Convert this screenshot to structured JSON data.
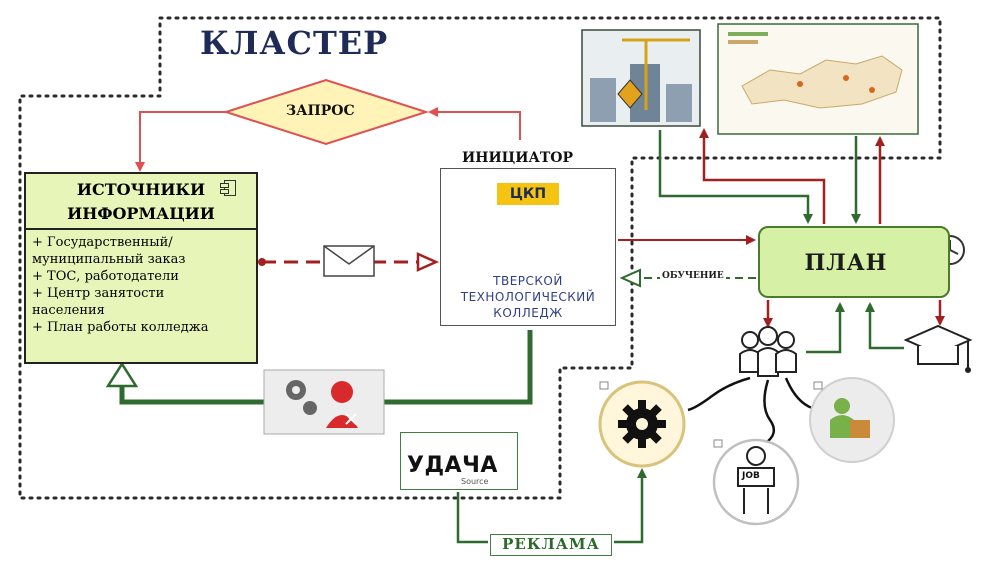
{
  "cluster": {
    "title": "КЛАСТЕР"
  },
  "request": {
    "label": "ЗАПРОС"
  },
  "sources": {
    "title_line1": "ИСТОЧНИКИ",
    "title_line2": "ИНФОРМАЦИИ",
    "items": [
      "+ Государственный/",
      "муниципальный заказ",
      "+ ТОС, работодатели",
      "+ Центр занятости",
      "населения",
      "+ План работы колледжа"
    ]
  },
  "initiator": {
    "label": "ИНИЦИАТОР",
    "badge": "ЦКП",
    "name_line1": "ТВЕРСКОЙ",
    "name_line2": "ТЕХНОЛОГИЧЕСКИЙ",
    "name_line3": "КОЛЛЕДЖ"
  },
  "plan": {
    "label": "ПЛАН"
  },
  "training": {
    "label": "ОБУЧЕНИЕ"
  },
  "advert": {
    "label": "РЕКЛАМА"
  },
  "agency": {
    "name": "УДАЧА",
    "sub": "Source"
  },
  "job": {
    "label": "JOB"
  },
  "colors": {
    "dark_green": "#2f6b2f",
    "dark_red": "#a32020",
    "light_green": "#d6f0a6",
    "sources_fill": "#e8f5b8",
    "diamond_fill": "#fff3b8",
    "accent_blue": "#2f3f86"
  }
}
